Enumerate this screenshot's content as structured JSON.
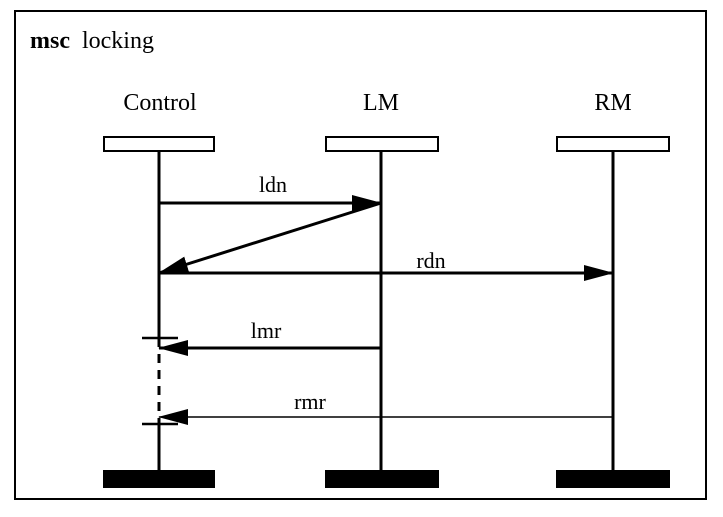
{
  "diagram": {
    "keyword": "msc",
    "name": "locking",
    "instances": [
      "Control",
      "LM",
      "RM"
    ],
    "messages": [
      {
        "label": "ldn",
        "from": "Control",
        "to": "LM"
      },
      {
        "label": "",
        "from": "LM",
        "to": "Control"
      },
      {
        "label": "rdn",
        "from": "Control",
        "to": "RM"
      },
      {
        "label": "lmr",
        "from": "LM",
        "to": "Control"
      },
      {
        "label": "rmr",
        "from": "RM",
        "to": "Control"
      }
    ]
  }
}
